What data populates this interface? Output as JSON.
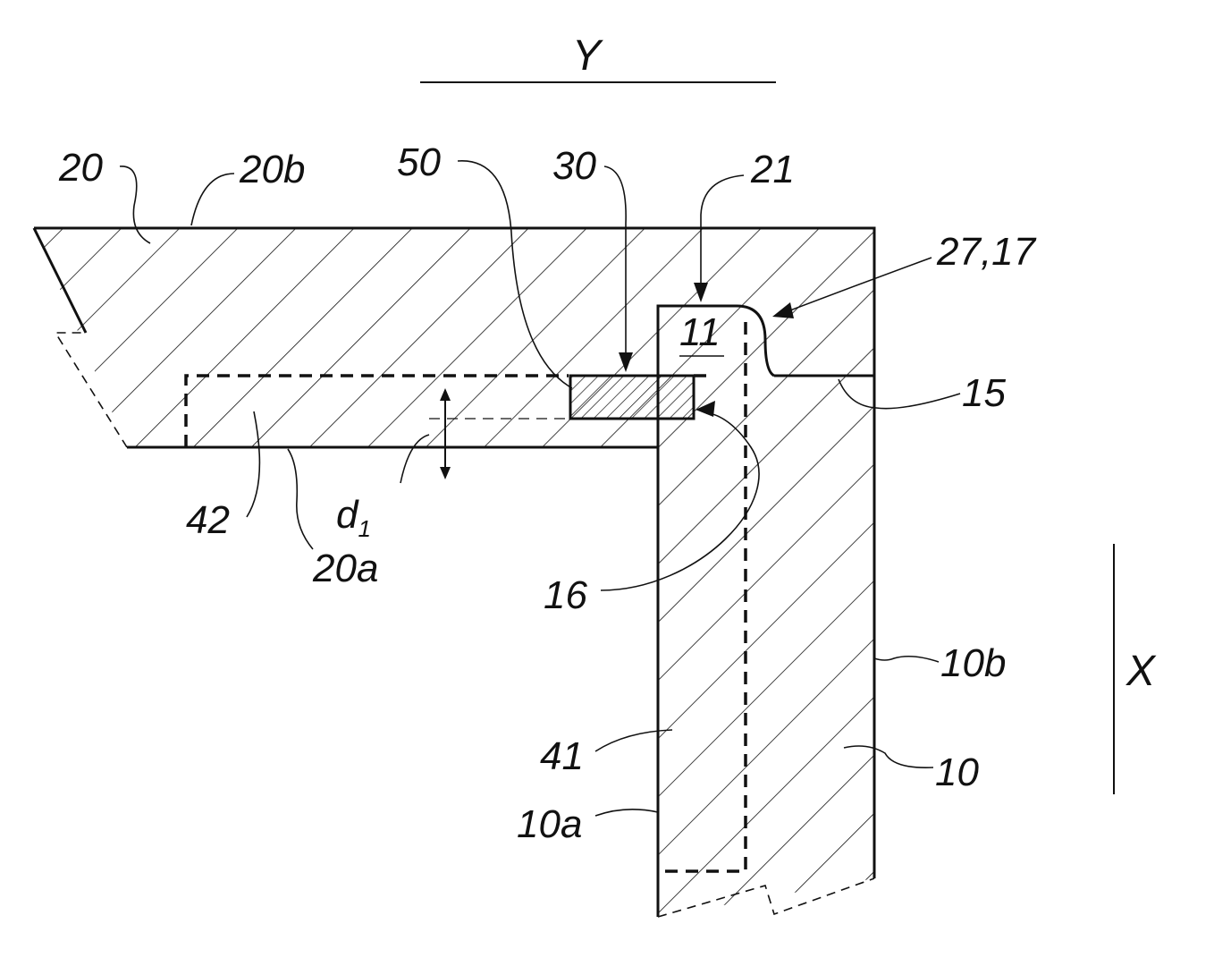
{
  "axis_labels": {
    "y": "Y",
    "x": "X"
  },
  "labels": {
    "l20": "20",
    "l20b": "20b",
    "l50": "50",
    "l30": "30",
    "l21": "21",
    "l27_17": "27,17",
    "l11": "11",
    "l15": "15",
    "l42": "42",
    "d1_main": "d",
    "d1_sub": "1",
    "l20a": "20a",
    "l16": "16",
    "l10b": "10b",
    "l41": "41",
    "l10": "10",
    "l10a": "10a"
  },
  "colors": {
    "line": "#111111",
    "background": "#ffffff"
  }
}
